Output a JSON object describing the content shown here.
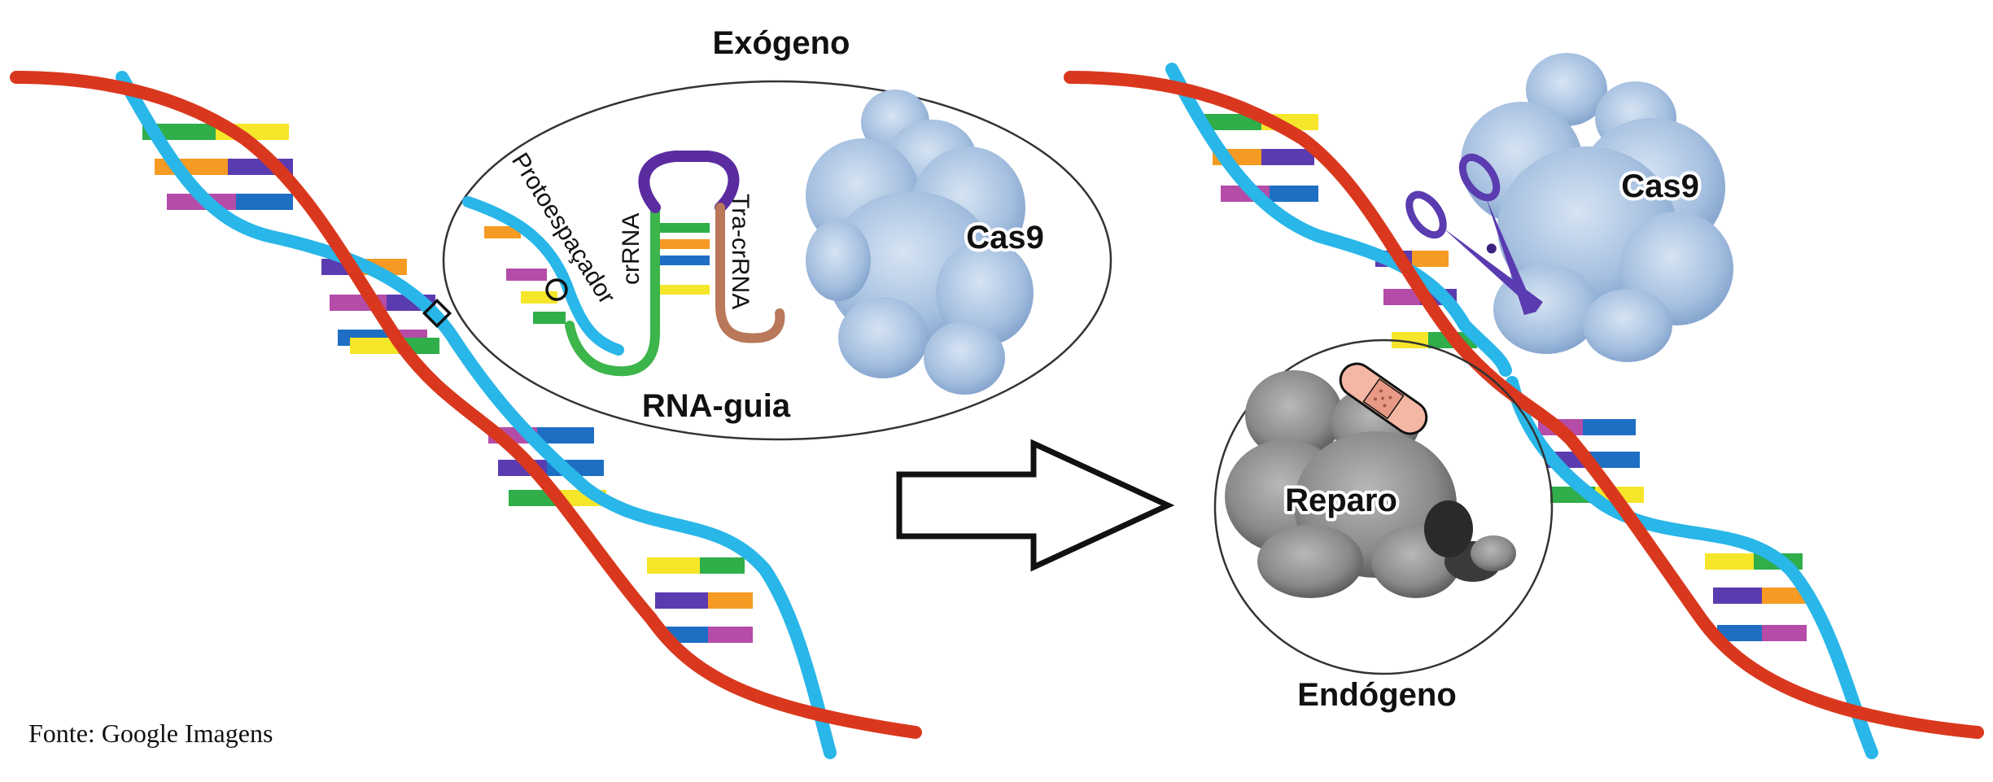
{
  "labels": {
    "exogeno": "Exógeno",
    "endogeno": "Endógeno",
    "protoespacador": "Protoespaçador",
    "crrna": "crRNA",
    "tracrrna": "Tra-crRNA",
    "rna_guia": "RNA-guia",
    "cas9_left": "Cas9",
    "cas9_right": "Cas9",
    "reparo": "Reparo"
  },
  "source": "Fonte: Google Imagens",
  "colors": {
    "strand_blue": "#29b6e8",
    "strand_red": "#d9381e",
    "base_green": "#2fae4a",
    "base_yellow": "#f5e62a",
    "base_orange": "#f59a23",
    "base_purple": "#5b3bb0",
    "base_magenta": "#b44ca8",
    "base_blue": "#1e6fc4",
    "crrna_green": "#3cb54a",
    "loop_purple": "#5a2ca0",
    "tracrrna_brown": "#b9785a",
    "cas9_blue": "#a9c3e3",
    "reparo_gray": "#8c8c8c",
    "scissors": "#5b3bb0",
    "bandage": "#f4b7a4"
  },
  "icons": [
    "scissors-icon",
    "bandage-icon",
    "arrow-icon"
  ]
}
